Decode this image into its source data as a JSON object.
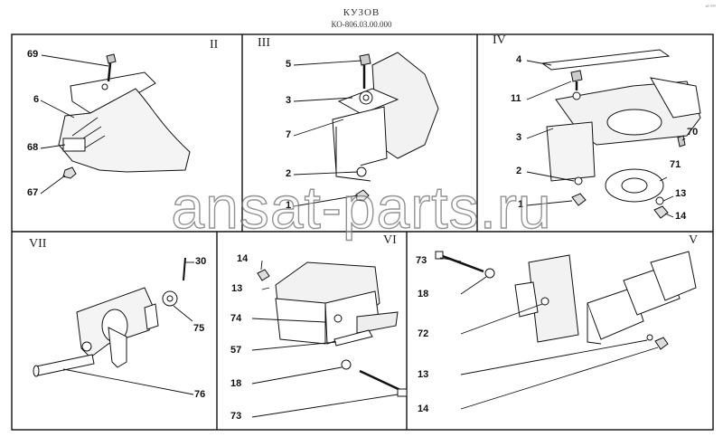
{
  "header": {
    "title": "КУЗОВ",
    "code": "КО-806.03.00.000",
    "corner": "ᵃ⁰ ⁰⁰⁰"
  },
  "watermark": "ansat-parts.ru",
  "panels": {
    "p2": {
      "roman": "II",
      "callouts": {
        "c69": "69",
        "c6": "6",
        "c68": "68",
        "c67": "67"
      }
    },
    "p3": {
      "roman": "III",
      "callouts": {
        "c5": "5",
        "c3": "3",
        "c7": "7",
        "c2": "2",
        "c1": "1"
      }
    },
    "p4": {
      "roman": "IV",
      "callouts": {
        "c4": "4",
        "c11": "11",
        "c3": "3",
        "c70": "70",
        "c2": "2",
        "c71": "71",
        "c1": "1",
        "c13": "13",
        "c14": "14"
      }
    },
    "p7": {
      "roman": "VII",
      "callouts": {
        "c30": "30",
        "c75": "75",
        "c76": "76"
      }
    },
    "p6": {
      "roman": "VI",
      "callouts": {
        "c14": "14",
        "c13": "13",
        "c74": "74",
        "c57": "57",
        "c18": "18",
        "c73": "73"
      }
    },
    "p5": {
      "roman": "V",
      "callouts": {
        "c73": "73",
        "c18": "18",
        "c72": "72",
        "c13": "13",
        "c14": "14"
      }
    }
  }
}
